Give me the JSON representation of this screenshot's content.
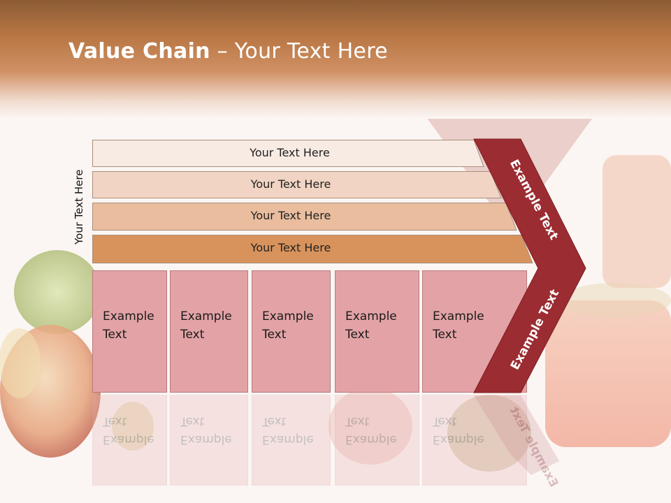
{
  "title": {
    "bold": "Value Chain",
    "rest": " – Your Text Here"
  },
  "side_label": "Your Text Here",
  "bars": [
    {
      "label": "Your Text Here",
      "color": "#f7ebe3"
    },
    {
      "label": "Your Text Here",
      "color": "#f1d4c3"
    },
    {
      "label": "Your Text Here",
      "color": "#e9bd9e"
    },
    {
      "label": "Your Text Here",
      "color": "#d8935c"
    }
  ],
  "boxes": [
    {
      "line1": "Example",
      "line2": "Text"
    },
    {
      "line1": "Example",
      "line2": "Text"
    },
    {
      "line1": "Example",
      "line2": "Text"
    },
    {
      "line1": "Example",
      "line2": "Text"
    },
    {
      "line1": "Example",
      "line2": "Text"
    }
  ],
  "chevron_upper_text": "Example Text",
  "chevron_lower_text": "Example Text",
  "colors": {
    "chevron": "#9b2c31",
    "box": "#e3a3a6",
    "header": "#c07c4a"
  }
}
